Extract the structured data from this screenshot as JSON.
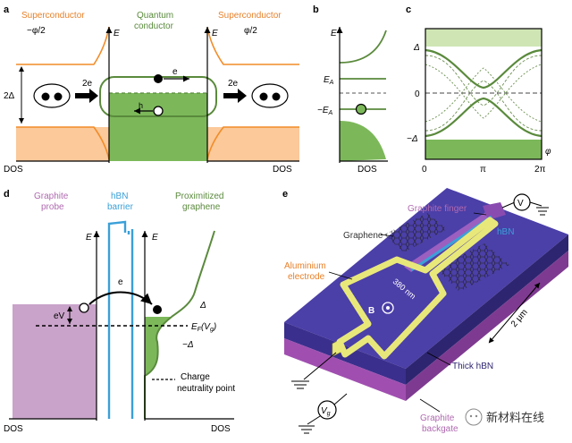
{
  "panels": {
    "a": {
      "letter": "a",
      "left_label": "Superconductor",
      "left_phase": "−φ/2",
      "center_label_line1": "Quantum",
      "center_label_line2": "conductor",
      "right_label": "Superconductor",
      "right_phase": "φ/2",
      "gap_label": "2Δ",
      "left_arrow_label": "2e",
      "right_arrow_label": "2e",
      "electron_label": "e",
      "hole_label": "h",
      "energy_label_left": "E",
      "energy_label_right": "E",
      "dos_left": "DOS",
      "dos_right": "DOS"
    },
    "b": {
      "letter": "b",
      "energy_label": "E",
      "ea_plus": "E",
      "ea_plus_sub": "A",
      "ea_minus": "−E",
      "ea_minus_sub": "A",
      "dos": "DOS"
    },
    "c": {
      "letter": "c",
      "y_ticks": [
        "Δ",
        "0",
        "−Δ"
      ],
      "x_ticks": [
        "0",
        "π",
        "2π"
      ],
      "x_axis_label": "φ"
    },
    "d": {
      "letter": "d",
      "probe_line1": "Graphite",
      "probe_line2": "probe",
      "barrier_line1": "hBN",
      "barrier_line2": "barrier",
      "graphene_line1": "Proximitized",
      "graphene_line2": "graphene",
      "energy_left": "E",
      "energy_right": "E",
      "ev_label": "eV",
      "electron_label": "e",
      "gap_plus": "Δ",
      "gap_minus": "−Δ",
      "fermi_label": "E",
      "fermi_sub": "F",
      "fermi_arg": "(V",
      "fermi_arg_sub": "g",
      "fermi_close": ")",
      "cnp_line1": "Charge",
      "cnp_line2": "neutrality point",
      "dos_left": "DOS",
      "dos_right": "DOS"
    },
    "e": {
      "letter": "e",
      "graphite_finger": "Graphite finger",
      "graphene": "Graphene",
      "hbn": "hBN",
      "al_line1": "Aluminium",
      "al_line2": "electrode",
      "length": "380 nm",
      "field": "B",
      "scale": "2 μm",
      "thick_hbn": "Thick hBN",
      "backgate_line1": "Graphite",
      "backgate_line2": "backgate",
      "voltmeter": "V",
      "gate_source": "V",
      "gate_source_sub": "g"
    }
  },
  "watermark": "新材料在线",
  "colors": {
    "superconductor": "#f28c28",
    "superconductor_fill": "#fbc99a",
    "quantum": "#5a8a3c",
    "quantum_fill": "#7cb85a",
    "light_green": "#cfe5b4",
    "graphite": "#c9a3c9",
    "hbn": "#3aa0d8",
    "aluminium": "#e8e87a",
    "substrate": "#4b3fa8",
    "text_orange": "#e8812a",
    "text_blue": "#3aa0d8",
    "text_purple": "#b06ab0"
  }
}
